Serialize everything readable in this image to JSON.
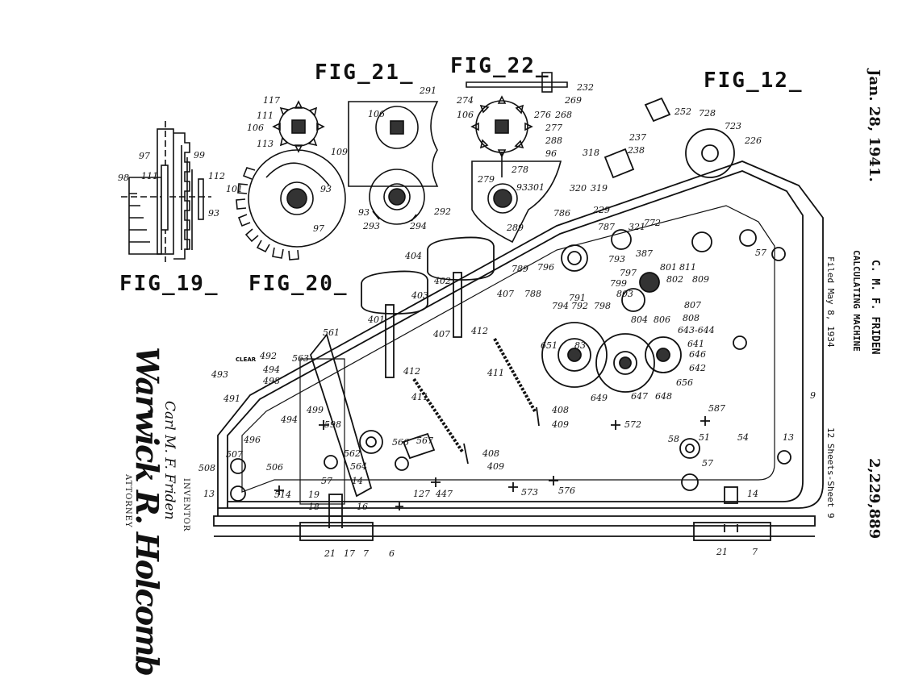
{
  "header": {
    "date": "Jan. 28, 1941.",
    "inventor_name": "C. M. F. FRIDEN",
    "title": "CALCULATING MACHINE",
    "filed": "Filed May 8, 1934",
    "sheets": "12 Sheets-Sheet 9",
    "patent_number": "2,229,889"
  },
  "figures": {
    "fig12": "FIG_12_",
    "fig19": "FIG_19_",
    "fig20": "FIG_20_",
    "fig21": "FIG_21_",
    "fig22": "FIG_22_"
  },
  "signature": {
    "inventor_label": "INVENTOR",
    "inventor": "Carl M. F. Friden",
    "attorney_label": "ATTORNEY"
  },
  "clear_label": "CLEAR",
  "ref_numerals": {
    "fig19": [
      "97",
      "99",
      "98",
      "111",
      "112",
      "93"
    ],
    "fig20": [
      "101",
      "93",
      "97"
    ],
    "fig21": [
      "117",
      "111",
      "106",
      "113",
      "291",
      "106",
      "109",
      "93",
      "292",
      "293",
      "294"
    ],
    "fig22": [
      "232",
      "269",
      "274",
      "106",
      "276",
      "268",
      "277",
      "288",
      "96",
      "278",
      "279",
      "93",
      "301",
      "289"
    ],
    "fig12": [
      "252",
      "728",
      "723",
      "226",
      "237",
      "238",
      "318",
      "320",
      "319",
      "229",
      "786",
      "787",
      "321",
      "772",
      "57",
      "404",
      "402",
      "403",
      "401",
      "407",
      "407",
      "789",
      "796",
      "788",
      "791",
      "794",
      "792",
      "793",
      "387",
      "797",
      "801",
      "811",
      "802",
      "809",
      "799",
      "798",
      "803",
      "804",
      "806",
      "807",
      "808",
      "643-644",
      "641",
      "646",
      "642",
      "656",
      "651",
      "83",
      "649",
      "647",
      "648",
      "412",
      "411",
      "412",
      "411",
      "408",
      "409",
      "408",
      "409",
      "572",
      "587",
      "9",
      "54",
      "58",
      "51",
      "57",
      "13",
      "561",
      "563",
      "492",
      "494",
      "498",
      "493",
      "491",
      "494",
      "499",
      "598",
      "496",
      "562",
      "564",
      "566",
      "567",
      "507",
      "506",
      "508",
      "13",
      "514",
      "57",
      "14",
      "19",
      "18",
      "16",
      "127",
      "447",
      "573",
      "576",
      "21",
      "17",
      "7",
      "6",
      "21",
      "7",
      "14"
    ]
  }
}
